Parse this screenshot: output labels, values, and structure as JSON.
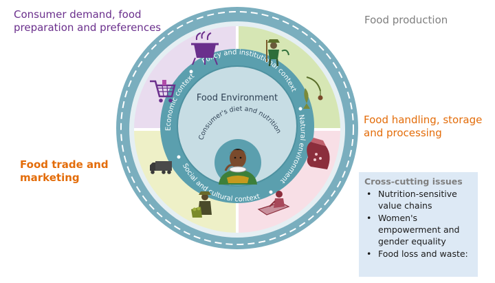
{
  "labels": {
    "consumer": "Consumer demand, food preparation and preferences",
    "production": "Food production",
    "handling": "Food handling, storage and processing",
    "trade": "Food trade and marketing"
  },
  "ring": {
    "outer_title": "Food System",
    "policy": "Policy and institutional context",
    "economic": "Economic context",
    "natural": "Natural environment",
    "social": "Social and cultural context"
  },
  "center": {
    "title": "Food Environment",
    "subtitle": "Consumer's diet and nutrition"
  },
  "cross_cutting": {
    "title": "Cross-cutting issues",
    "items": [
      "Nutrition-sensitive value chains",
      "Women's empowerment and gender equality",
      "Food loss and waste:"
    ]
  },
  "colors": {
    "purple_segment": "#e9dcef",
    "green_segment": "#d6e6b4",
    "pink_segment": "#f8dfe6",
    "yellow_segment": "#eef0c7",
    "outer_ring": "#7aaebe",
    "inner_ring": "#5b9fae",
    "center_disc": "#c7dde4"
  },
  "icons": [
    "cooking-pot-icon",
    "farmer-icon",
    "fishing-icon",
    "grain-sack-icon",
    "shopping-cart-icon",
    "delivery-truck-icon",
    "vendor-icon",
    "processing-worker-icon",
    "child-eating-icon"
  ]
}
